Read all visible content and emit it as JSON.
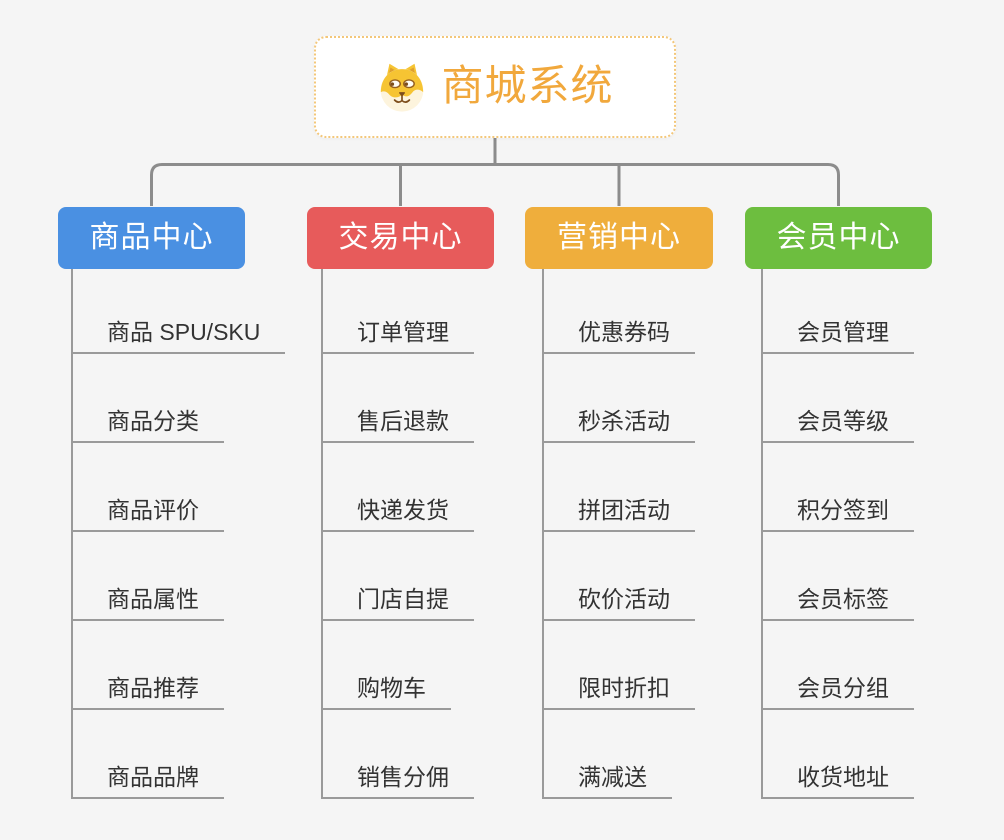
{
  "root": {
    "title": "商城系统",
    "icon": "shiba-dog-face",
    "text_color": "#f1a83c",
    "border_color": "#f3c77a"
  },
  "branches": [
    {
      "label": "商品中心",
      "color": "#4a90e2",
      "children": [
        "商品 SPU/SKU",
        "商品分类",
        "商品评价",
        "商品属性",
        "商品推荐",
        "商品品牌"
      ]
    },
    {
      "label": "交易中心",
      "color": "#e75b5b",
      "children": [
        "订单管理",
        "售后退款",
        "快递发货",
        "门店自提",
        "购物车",
        "销售分佣"
      ]
    },
    {
      "label": "营销中心",
      "color": "#efae3c",
      "children": [
        "优惠券码",
        "秒杀活动",
        "拼团活动",
        "砍价活动",
        "限时折扣",
        "满减送"
      ]
    },
    {
      "label": "会员中心",
      "color": "#6dbe3f",
      "children": [
        "会员管理",
        "会员等级",
        "积分签到",
        "会员标签",
        "会员分组",
        "收货地址"
      ]
    }
  ],
  "style": {
    "background": "#f5f5f5",
    "connector_color": "#8c8c8c",
    "underline_color": "#9a9a9a",
    "item_text_color": "#333333"
  }
}
